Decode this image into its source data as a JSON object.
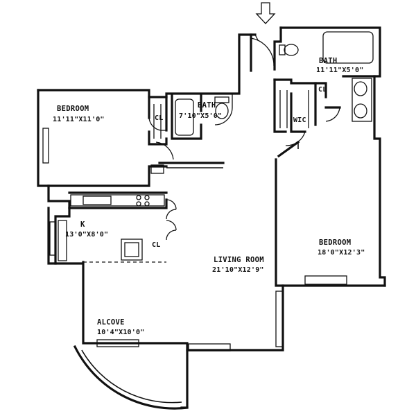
{
  "rooms": {
    "bedroom_left": {
      "name": "BEDROOM",
      "size": "11'11\"X11'0\""
    },
    "bath_center": {
      "name": "BATH",
      "size": "7'10\"X5'0\""
    },
    "bath_right": {
      "name": "BATH",
      "size": "11'11\"X5'0\""
    },
    "kitchen": {
      "name": "K",
      "size": "13'0\"X8'0\""
    },
    "living_room": {
      "name": "LIVING ROOM",
      "size": "21'10\"X12'9\""
    },
    "bedroom_right": {
      "name": "BEDROOM",
      "size": "18'0\"X12'3\""
    },
    "alcove": {
      "name": "ALCOVE",
      "size": "10'4\"X10'0\""
    }
  },
  "closets": {
    "cl_bedroom": "CL",
    "cl_kitchen": "CL",
    "cl_bath": "CL",
    "wic": "WIC"
  }
}
